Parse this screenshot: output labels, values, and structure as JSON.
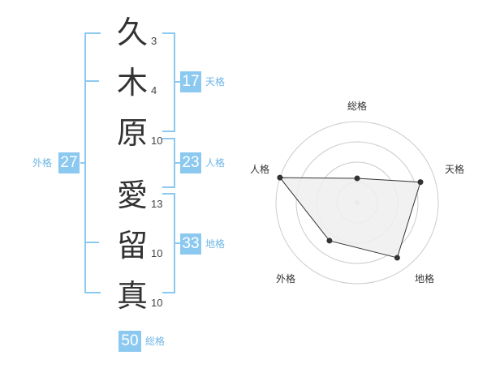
{
  "name": {
    "chars": [
      {
        "char": "久",
        "strokes": "3"
      },
      {
        "char": "木",
        "strokes": "4"
      },
      {
        "char": "原",
        "strokes": "10"
      },
      {
        "char": "愛",
        "strokes": "13"
      },
      {
        "char": "留",
        "strokes": "10"
      },
      {
        "char": "真",
        "strokes": "10"
      }
    ]
  },
  "kaku": {
    "tenkaku": {
      "value": "17",
      "label": "天格"
    },
    "jinkaku": {
      "value": "23",
      "label": "人格"
    },
    "chikaku": {
      "value": "33",
      "label": "地格"
    },
    "gaikaku": {
      "value": "27",
      "label": "外格"
    },
    "soukaku": {
      "value": "50",
      "label": "総格"
    }
  },
  "chart_data": {
    "type": "radar",
    "axes": [
      "総格",
      "天格",
      "地格",
      "外格",
      "人格"
    ],
    "values": [
      0.3,
      0.82,
      0.84,
      0.58,
      1.0
    ],
    "max": 1.0,
    "rings": 4,
    "colors": {
      "fill": "#eeeeee",
      "line": "#333333",
      "grid": "#cccccc",
      "accent": "#8cc9f0"
    }
  }
}
